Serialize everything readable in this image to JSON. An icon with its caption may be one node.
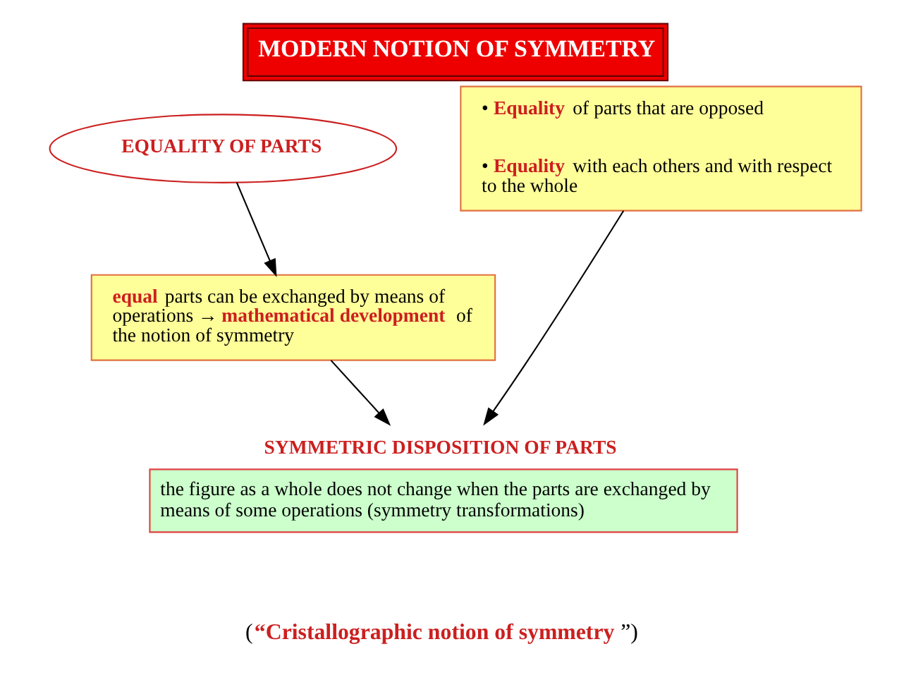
{
  "diagram": {
    "title": "MODERN NOTION OF SYMMETRY",
    "nodes": [
      {
        "text": [
          "EQUALITY OF PARTS"
        ]
      },
      {
        "text": [
          "• **Equality** of parts that are opposed",
          "• **Equality** with each others and with respect to the whole"
        ]
      },
      {
        "text": [
          "**equal** parts can be exchanged by means of operations →**mathematical development** of the notion of symmetry"
        ]
      },
      {
        "text": [
          "SYMMETRIC DISPOSITION OF PARTS",
          "the figure as a whole does not change when the parts are exchanged by means of some operations (symmetry transformations)"
        ]
      }
    ],
    "edges": [
      {
        "from": 0,
        "to": 2,
        "arrow": "to"
      },
      {
        "from": 1,
        "to": 3,
        "arrow": "to"
      },
      {
        "from": 2,
        "to": 3,
        "arrow": "to"
      }
    ],
    "labels": [
      "(**“Cristallographic notion of symmetry**”)"
    ]
  }
}
